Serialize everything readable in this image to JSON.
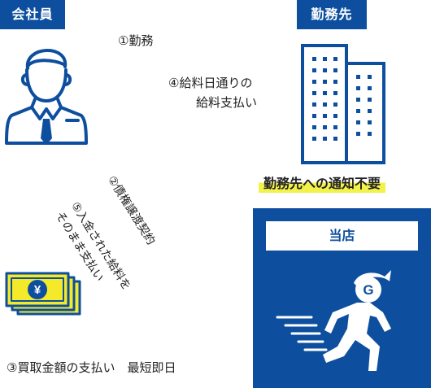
{
  "company_label": "会社員",
  "employer_label": "勤務先",
  "steps": {
    "step1": "①勤務",
    "step4_line1": "④給料日通りの",
    "step4_line2": "給料支払い",
    "step2": "②債権譲渡契約",
    "step5_line1": "⑤入金された給料を",
    "step5_line2": "そのまま支払い",
    "step3": "③買取金額の支払い　最短即日"
  },
  "no_notice_label": "勤務先への通知不要",
  "shop_label": "当店",
  "money_symbol": "¥",
  "runner_logo_letter": "G",
  "colors": {
    "brand_blue": "#0d4f9e",
    "highlight_yellow": "#f2f24a",
    "money_yellow": "#f5ea2a"
  },
  "icons": [
    "person-icon",
    "building-icon",
    "money-icon",
    "runner-icon"
  ]
}
